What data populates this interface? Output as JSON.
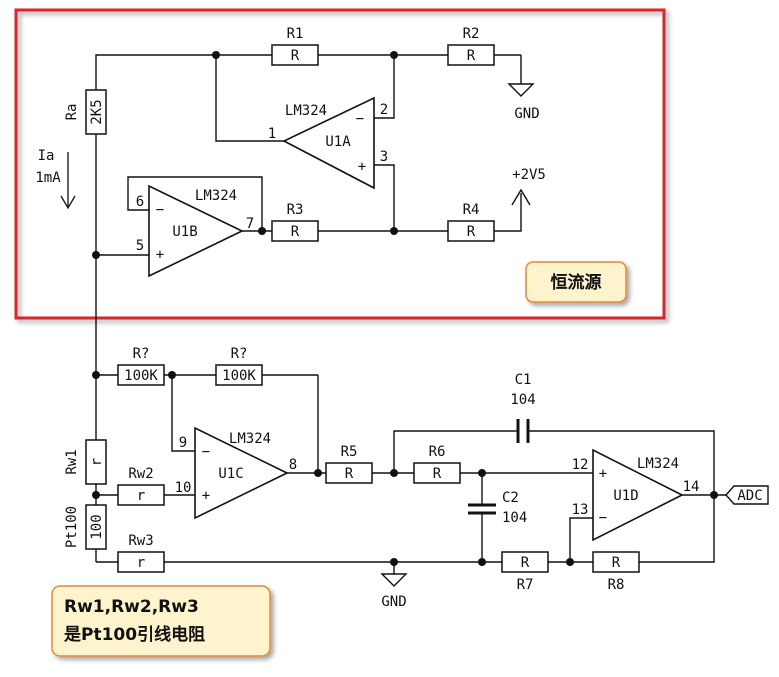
{
  "resistors": {
    "r1": {
      "ref": "R1",
      "value": "R"
    },
    "r2": {
      "ref": "R2",
      "value": "R"
    },
    "r3": {
      "ref": "R3",
      "value": "R"
    },
    "r4": {
      "ref": "R4",
      "value": "R"
    },
    "ra": {
      "ref": "Ra",
      "value": "2K5"
    },
    "rq1": {
      "ref": "R?",
      "value": "100K"
    },
    "rq2": {
      "ref": "R?",
      "value": "100K"
    },
    "r5": {
      "ref": "R5",
      "value": "R"
    },
    "r6": {
      "ref": "R6",
      "value": "R"
    },
    "r7": {
      "ref": "R7",
      "value": "R"
    },
    "r8": {
      "ref": "R8",
      "value": "R"
    },
    "rw1": {
      "ref": "Rw1",
      "value": "r"
    },
    "rw2": {
      "ref": "Rw2",
      "value": "r"
    },
    "rw3": {
      "ref": "Rw3",
      "value": "r"
    },
    "pt100": {
      "ref": "Pt100",
      "value": "100"
    }
  },
  "capacitors": {
    "c1": {
      "ref": "C1",
      "value": "104"
    },
    "c2": {
      "ref": "C2",
      "value": "104"
    }
  },
  "opamps": {
    "u1a": {
      "ref": "U1A",
      "part": "LM324",
      "pin_out": "1",
      "pin_neg": "2",
      "pin_pos": "3"
    },
    "u1b": {
      "ref": "U1B",
      "part": "LM324",
      "pin_out": "7",
      "pin_neg": "6",
      "pin_pos": "5"
    },
    "u1c": {
      "ref": "U1C",
      "part": "LM324",
      "pin_out": "8",
      "pin_neg": "9",
      "pin_pos": "10"
    },
    "u1d": {
      "ref": "U1D",
      "part": "LM324",
      "pin_out": "14",
      "pin_neg": "13",
      "pin_pos": "12"
    }
  },
  "signs": {
    "minus": "−",
    "plus": "+"
  },
  "nets": {
    "gnd_top": "GND",
    "gnd_bottom": "GND",
    "vref": "+2V5",
    "adc": "ADC"
  },
  "current": {
    "name": "Ia",
    "value": "1mA"
  },
  "notes": {
    "current_source": "恒流源",
    "lead_line1": "Rw1,Rw2,Rw3",
    "lead_line2": "是Pt100引线电阻"
  },
  "colors": {
    "frame": "#d9262b",
    "note_fill": "#fdf3cc",
    "note_border": "#e08a3c"
  }
}
